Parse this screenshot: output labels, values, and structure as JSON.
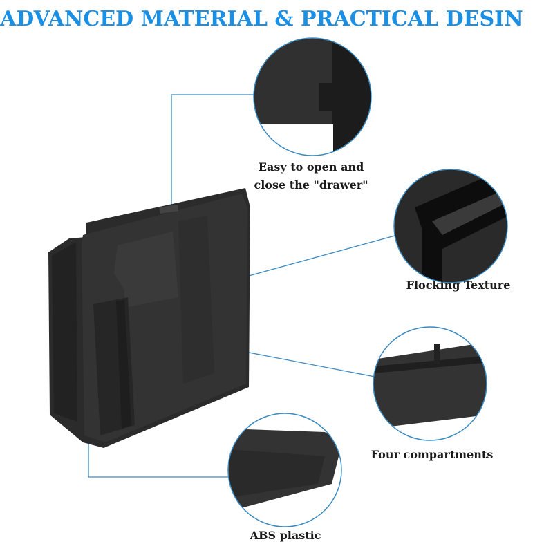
{
  "title": "ADVANCED MATERIAL & PRACTICAL DESIN",
  "colors": {
    "title": "#1a8fe3",
    "callout_line": "#3a8ac0",
    "product": "#2b2b2b"
  },
  "callouts": [
    {
      "line1": "Easy to open and",
      "line2": "close the \"drawer\""
    },
    {
      "label": "Flocking Texture"
    },
    {
      "label": "Four compartments"
    },
    {
      "label": "ABS plastic"
    }
  ]
}
